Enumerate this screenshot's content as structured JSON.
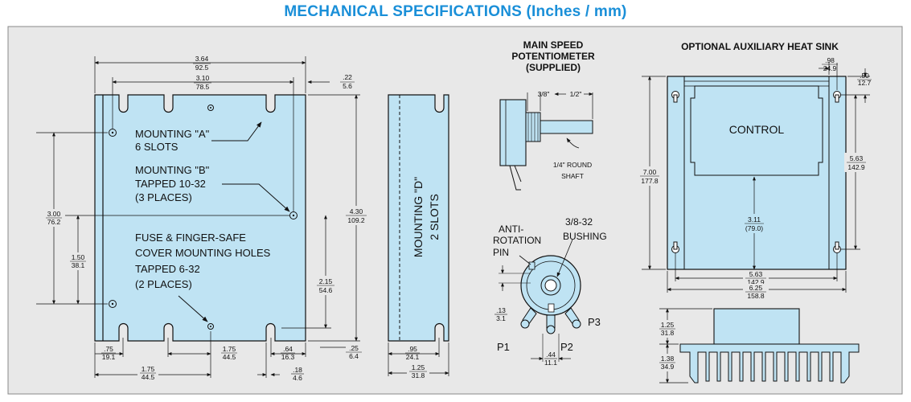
{
  "title": "MECHANICAL SPECIFICATIONS (Inches / mm)",
  "colors": {
    "title": "#1a8fd8",
    "panel": "#e8e8e8",
    "part": "#bfe3f3",
    "line": "#111111"
  },
  "front": {
    "mount_a": [
      "MOUNTING \"A\"",
      "6 SLOTS"
    ],
    "mount_b": [
      "MOUNTING \"B\"",
      "TAPPED 10-32",
      "(3 PLACES)"
    ],
    "fuse": [
      "FUSE & FINGER-SAFE",
      "COVER MOUNTING HOLES",
      "TAPPED 6-32",
      "(2 PLACES)"
    ],
    "d_364": [
      "3.64",
      "92.5"
    ],
    "d_310": [
      "3.10",
      "78.5"
    ],
    "d_22": [
      ".22",
      "5.6"
    ],
    "d_300": [
      "3.00",
      "76.2"
    ],
    "d_150": [
      "1.50",
      "38.1"
    ],
    "d_430": [
      "4.30",
      "109.2"
    ],
    "d_215": [
      "2.15",
      "54.6"
    ],
    "d_25": [
      ".25",
      "6.4"
    ],
    "d_75": [
      ".75",
      "19.1"
    ],
    "d_175a": [
      "1.75",
      "44.5"
    ],
    "d_175b": [
      "1.75",
      "44.5"
    ],
    "d_64": [
      ".64",
      "16.3"
    ],
    "d_18": [
      ".18",
      "4.6"
    ]
  },
  "side": {
    "label": [
      "MOUNTING \"D\"",
      "2 SLOTS"
    ],
    "d_95": [
      ".95",
      "24.1"
    ],
    "d_125": [
      "1.25",
      "31.8"
    ]
  },
  "pot": {
    "heading": [
      "MAIN SPEED",
      "POTENTIOMETER",
      "(SUPPLIED)"
    ],
    "d_38": "3/8\"",
    "d_12": "1/2\"",
    "shaft": [
      "1/4\" ROUND",
      "SHAFT"
    ],
    "anti": [
      "ANTI-",
      "ROTATION",
      "PIN"
    ],
    "bushing": [
      "3/8-32",
      "BUSHING"
    ],
    "d_13": [
      ".13",
      "3.1"
    ],
    "d_44": [
      ".44",
      "11.1"
    ],
    "p1": "P1",
    "p2": "P2",
    "p3": "P3"
  },
  "heatsink": {
    "heading": "OPTIONAL AUXILIARY HEAT SINK",
    "control": "CONTROL",
    "d_98": [
      ".98",
      "24.9"
    ],
    "d_50": [
      ".50",
      "12.7"
    ],
    "d_700": [
      "7.00",
      "177.8"
    ],
    "d_583v": [
      "5.63",
      "142.9"
    ],
    "d_311": [
      "3.11",
      "(79.0)"
    ],
    "d_563h": [
      "5.63",
      "142.9"
    ],
    "d_625": [
      "6.25",
      "158.8"
    ],
    "d_125": [
      "1.25",
      "31.8"
    ],
    "d_138": [
      "1.38",
      "34.9"
    ]
  }
}
